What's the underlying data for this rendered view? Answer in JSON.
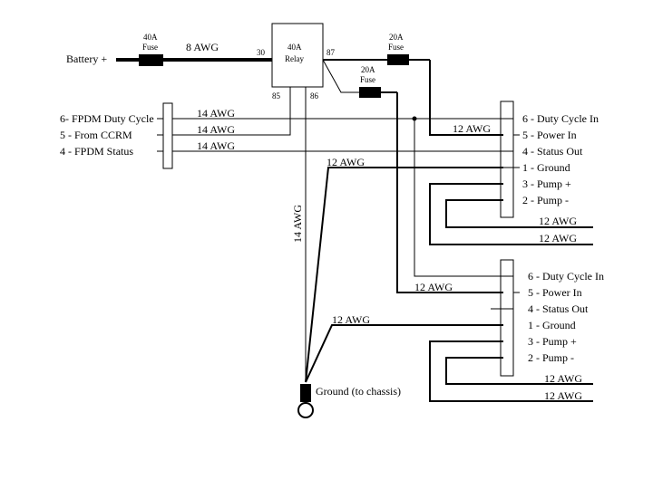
{
  "battery_label": "Battery +",
  "fuse_40a": {
    "rating": "40A",
    "word": "Fuse"
  },
  "wire_8awg": "8 AWG",
  "relay": {
    "rating": "40A",
    "word": "Relay",
    "pin30": "30",
    "pin87": "87",
    "pin85": "85",
    "pin86": "86"
  },
  "fuse_20a_top": {
    "rating": "20A",
    "word": "Fuse"
  },
  "fuse_20a_mid": {
    "rating": "20A",
    "word": "Fuse"
  },
  "left_connector": [
    "6- FPDM Duty Cycle",
    "5 - From CCRM",
    "4 - FPDM Status"
  ],
  "wires_14awg": [
    "14 AWG",
    "14 AWG",
    "14 AWG"
  ],
  "wire_14awg_vertical": "14 AWG",
  "wires_12awg": {
    "upper_feed": "12 AWG",
    "status_upper": "12 AWG",
    "pump_upper_a": "12 AWG",
    "pump_upper_b": "12 AWG",
    "lower_feed": "12 AWG",
    "ground_lower": "12 AWG",
    "pump_lower_a": "12 AWG",
    "pump_lower_b": "12 AWG"
  },
  "upper_pump_connector": [
    "6 - Duty Cycle In",
    "5 - Power In",
    "4 - Status Out",
    "1 - Ground",
    "3 - Pump +",
    "2 - Pump -"
  ],
  "lower_pump_connector": [
    "6 - Duty Cycle In",
    "5 - Power In",
    "4 - Status Out",
    "1 - Ground",
    "3 - Pump +",
    "2 - Pump -"
  ],
  "ground_label": "Ground (to chassis)"
}
